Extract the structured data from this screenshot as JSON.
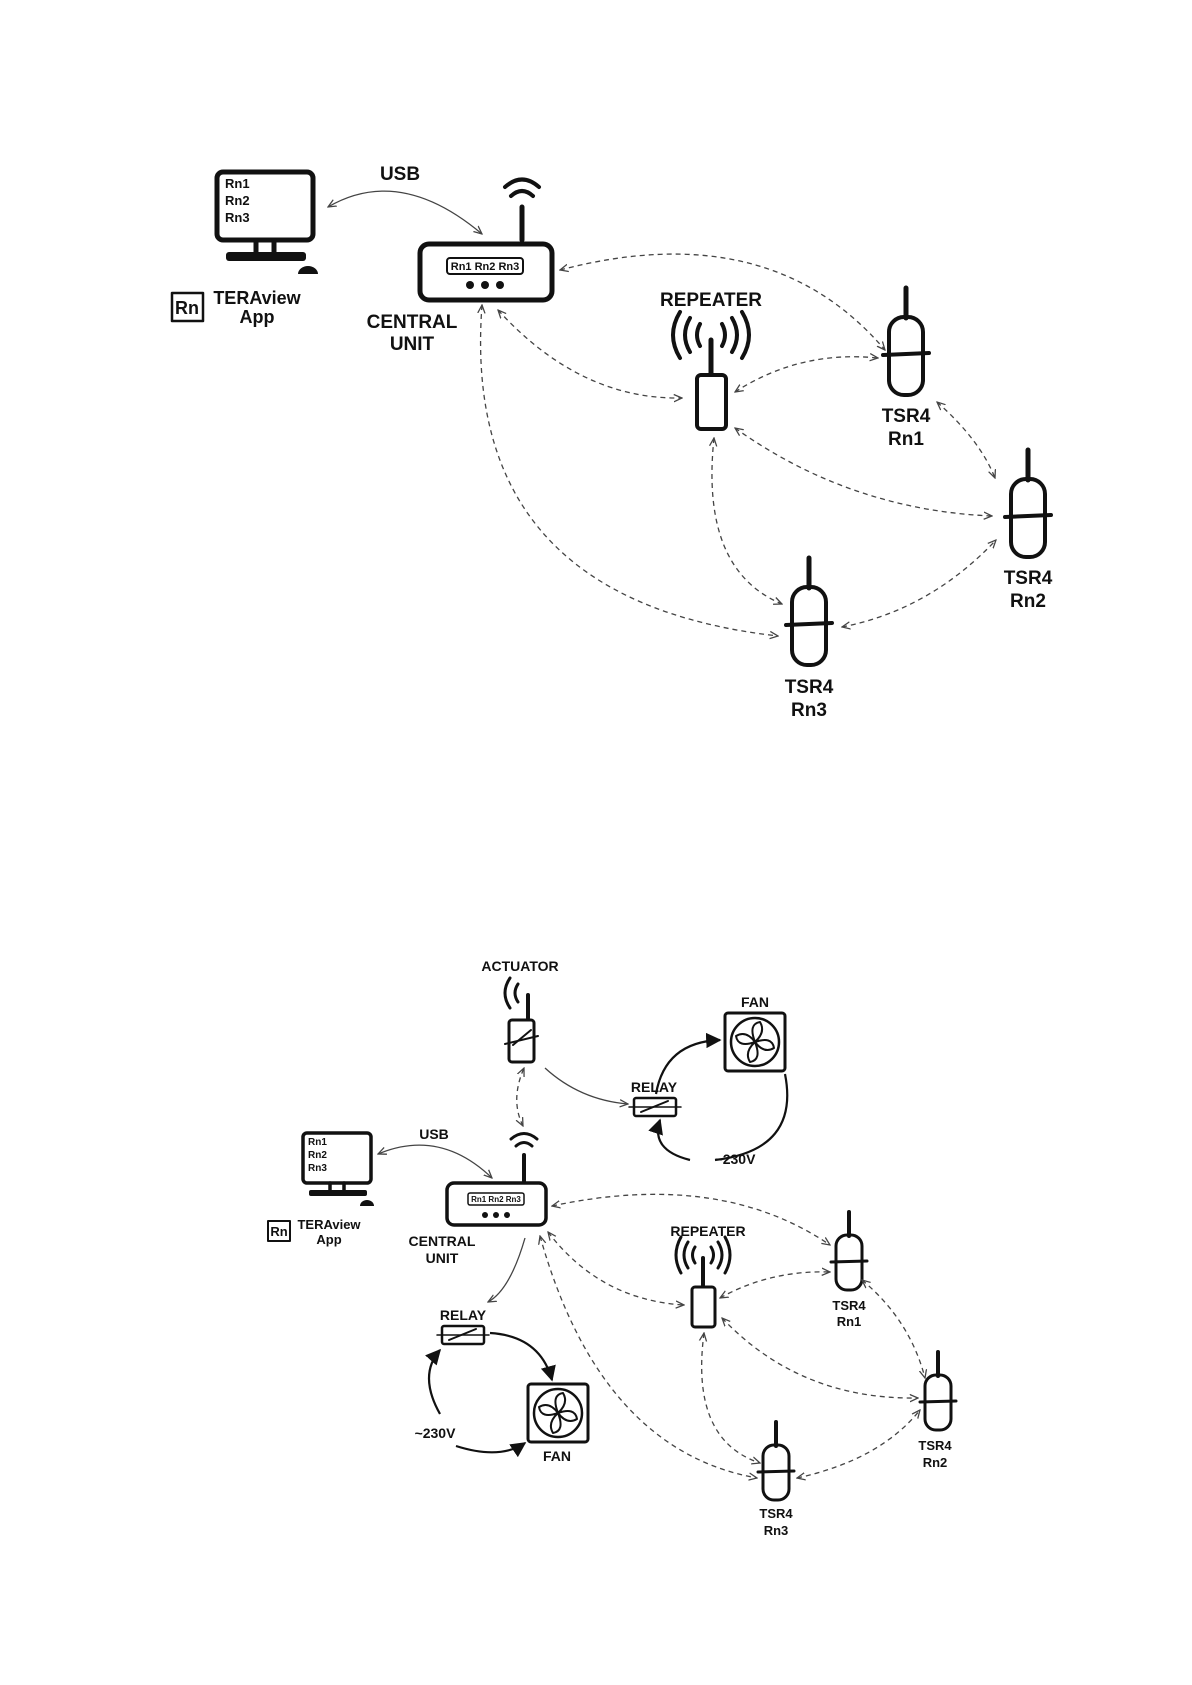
{
  "top": {
    "usb": "USB",
    "pc_lines": [
      "Rn1",
      "Rn2",
      "Rn3"
    ],
    "app_badge": "Rn",
    "app_name_1": "TERAview",
    "app_name_2": "App",
    "central_screen": "Rn1 Rn2 Rn3",
    "central_1": "CENTRAL",
    "central_2": "UNIT",
    "repeater": "REPEATER",
    "tsr1_a": "TSR4",
    "tsr1_b": "Rn1",
    "tsr2_a": "TSR4",
    "tsr2_b": "Rn2",
    "tsr3_a": "TSR4",
    "tsr3_b": "Rn3"
  },
  "bottom": {
    "actuator": "ACTUATOR",
    "fan_top": "FAN",
    "relay_top": "RELAY",
    "volt_top": "~230V",
    "usb": "USB",
    "pc_lines": [
      "Rn1",
      "Rn2",
      "Rn3"
    ],
    "app_badge": "Rn",
    "app_name_1": "TERAview",
    "app_name_2": "App",
    "central_screen": "Rn1 Rn2 Rn3",
    "central_1": "CENTRAL",
    "central_2": "UNIT",
    "repeater": "REPEATER",
    "relay_bottom": "RELAY",
    "volt_bottom": "~230V",
    "fan_bottom": "FAN",
    "tsr1_a": "TSR4",
    "tsr1_b": "Rn1",
    "tsr2_a": "TSR4",
    "tsr2_b": "Rn2",
    "tsr3_a": "TSR4",
    "tsr3_b": "Rn3"
  }
}
